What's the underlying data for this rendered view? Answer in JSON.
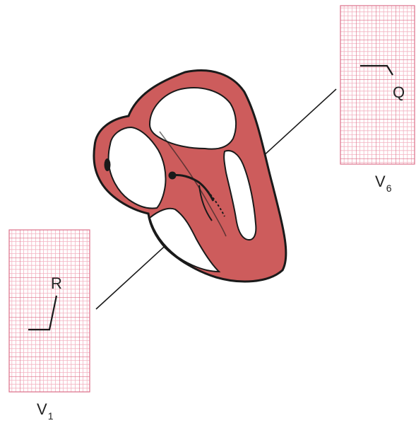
{
  "colors": {
    "myocardium": "#cd5c5c",
    "outline": "#1a1a1a",
    "grid_minor": "#f0a8b8",
    "grid_major": "#dd6e88",
    "trace": "#1a1a1a"
  },
  "leads": {
    "v6": {
      "lead_letter": "V",
      "lead_subscript": "6",
      "wave_label": "Q"
    },
    "v1": {
      "lead_letter": "V",
      "lead_subscript": "1",
      "wave_label": "R"
    }
  },
  "icons": {
    "heart": "heart-cross-section-icon",
    "conduction": "conduction-system-icon"
  }
}
